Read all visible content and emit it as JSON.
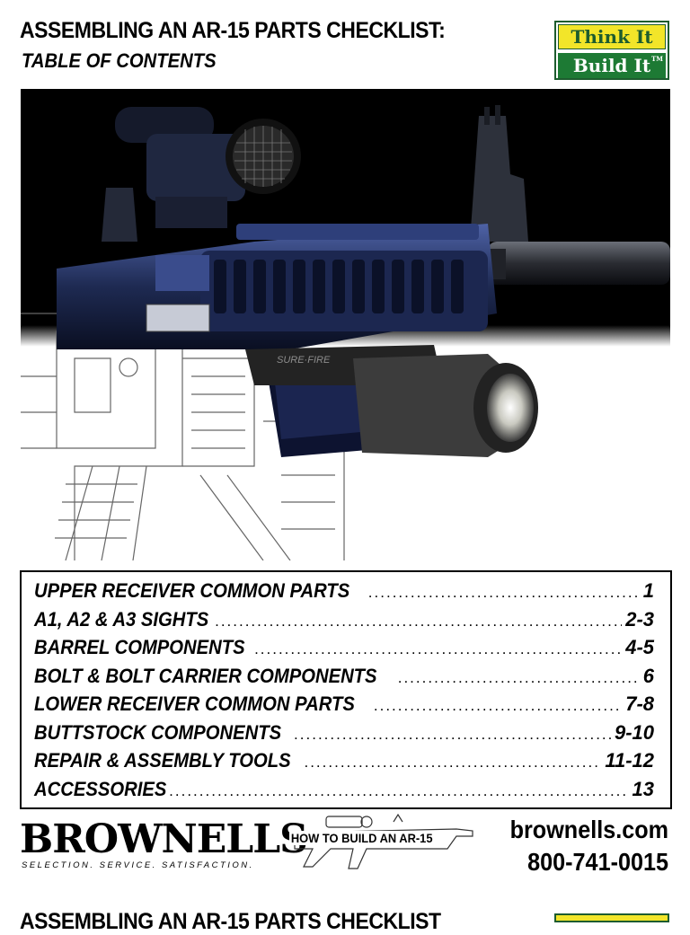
{
  "header": {
    "title": "ASSEMBLING AN AR-15 PARTS CHECKLIST:",
    "subtitle": "TABLE OF CONTENTS"
  },
  "logo": {
    "line1": "Think It",
    "line2": "Build It",
    "tm": "TM"
  },
  "toc": [
    {
      "label": "UPPER RECEIVER COMMON PARTS",
      "page": "1"
    },
    {
      "label": "A1, A2 & A3 SIGHTS",
      "page": "2-3"
    },
    {
      "label": "BARREL COMPONENTS",
      "page": "4-5"
    },
    {
      "label": "BOLT & BOLT CARRIER COMPONENTS",
      "page": "6"
    },
    {
      "label": "LOWER RECEIVER COMMON PARTS",
      "page": "7-8"
    },
    {
      "label": "BUTTSTOCK COMPONENTS",
      "page": "9-10"
    },
    {
      "label": "REPAIR & ASSEMBLY TOOLS",
      "page": "11-12"
    },
    {
      "label": "ACCESSORIES",
      "page": "13"
    }
  ],
  "footer": {
    "brand": "BROWNELLS",
    "tagline": "SELECTION. SERVICE. SATISFACTION.",
    "registered": "®",
    "how_to": "HOW TO BUILD AN AR-15",
    "website": "brownells.com",
    "phone": "800-741-0015"
  },
  "next_page": {
    "title": "ASSEMBLING AN AR-15 PARTS CHECKLIST"
  },
  "colors": {
    "logo_yellow": "#f2e529",
    "logo_green": "#1d7a34",
    "hero_dark": "#05070d",
    "rifle_blue": "#2c3b6e"
  }
}
